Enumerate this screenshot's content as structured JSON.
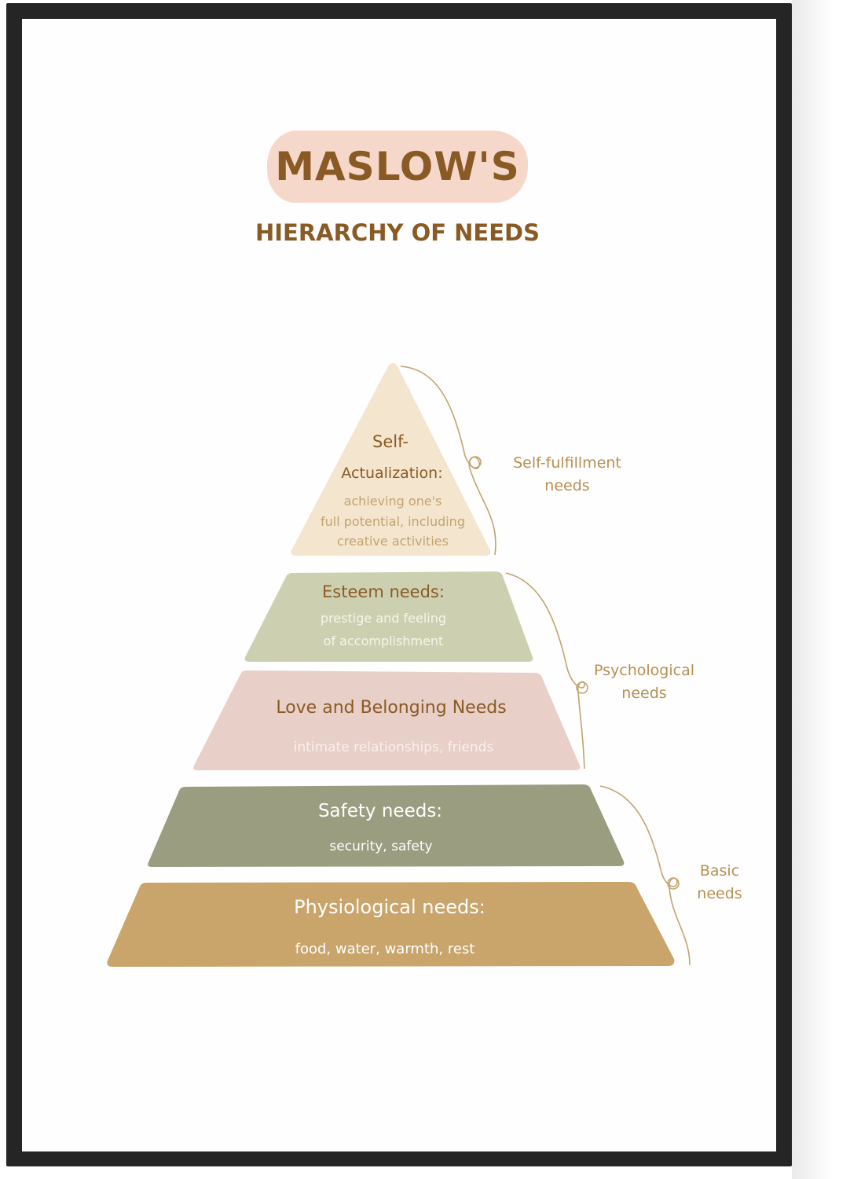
{
  "title": "MASLOW'S",
  "subtitle": "HIERARCHY OF NEEDS",
  "colors": {
    "frame": "#252525",
    "title_text": "#8a5a25",
    "title_blob": "#f6d8cb",
    "self_actualization": "#f4e5ce",
    "esteem": "#cdd0b0",
    "love": "#e8cfc7",
    "safety": "#9a9d80",
    "physiological": "#c9a56b",
    "bracket_line": "#c3a36f"
  },
  "levels": {
    "self_actualization": {
      "title_line1": "Self-",
      "title_line2": "Actualization:",
      "desc_line1": "achieving one's",
      "desc_line2": "full potential, including",
      "desc_line3": "creative activities"
    },
    "esteem": {
      "title": "Esteem needs:",
      "desc_line1": "prestige and feeling",
      "desc_line2": "of accomplishment"
    },
    "love": {
      "title": "Love and Belonging Needs",
      "desc": "intimate relationships, friends"
    },
    "safety": {
      "title": "Safety needs:",
      "desc": "security, safety"
    },
    "physiological": {
      "title": "Physiological needs:",
      "desc": "food, water, warmth, rest"
    }
  },
  "groups": {
    "self_fulfillment": {
      "line1": "Self-fulfillment",
      "line2": "needs"
    },
    "psychological": {
      "line1": "Psychological",
      "line2": "needs"
    },
    "basic": {
      "line1": "Basic",
      "line2": "needs"
    }
  }
}
